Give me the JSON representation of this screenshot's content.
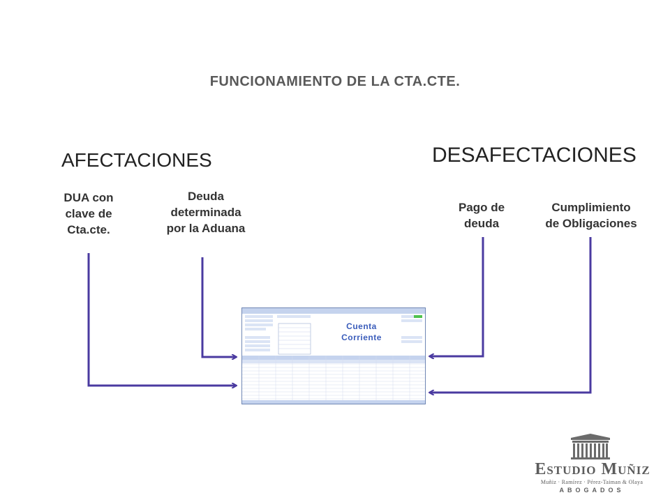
{
  "slide": {
    "title": "FUNCIONAMIENTO DE LA CTA.CTE."
  },
  "afectaciones": {
    "heading": "AFECTACIONES",
    "items": [
      {
        "label_lines": [
          "DUA  con",
          "clave de",
          "Cta.cte."
        ]
      },
      {
        "label_lines": [
          "Deuda",
          "determinada",
          "por la Aduana"
        ]
      }
    ]
  },
  "desafectaciones": {
    "heading": "DESAFECTACIONES",
    "items": [
      {
        "label_lines": [
          "Pago de",
          "deuda"
        ]
      },
      {
        "label_lines": [
          "Cumplimiento",
          "de Obligaciones"
        ]
      }
    ]
  },
  "center": {
    "label_lines": [
      "Cuenta",
      "Corriente"
    ]
  },
  "logo": {
    "name": "Estudio Muñiz",
    "partners": "Muñiz · Ramírez · Pérez-Taiman & Olaya",
    "tagline": "ABOGADOS"
  },
  "colors": {
    "arrow": "#4a3aa0",
    "heading_text": "#595959",
    "center_label": "#3b5dbb"
  }
}
